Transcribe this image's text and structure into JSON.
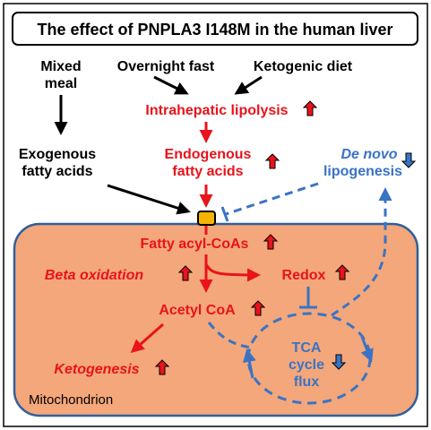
{
  "title": "The effect of PNPLA3 I148M in the human liver",
  "inputs": {
    "mixed_meal_line1": "Mixed",
    "mixed_meal_line2": "meal",
    "overnight_fast": "Overnight fast",
    "ketogenic_diet": "Ketogenic diet"
  },
  "liver": {
    "intrahepatic_lipolysis": "Intrahepatic lipolysis",
    "endogenous_line1": "Endogenous",
    "endogenous_line2": "fatty acids",
    "exogenous_line1": "Exogenous",
    "exogenous_line2": "fatty acids",
    "de_novo_line1": "De novo",
    "de_novo_line2": "lipogenesis"
  },
  "mitochondrion": {
    "label": "Mitochondrion",
    "fatty_acyl_coas": "Fatty acyl-CoAs",
    "beta_oxidation": "Beta oxidation",
    "redox": "Redox",
    "acetyl_coa": "Acetyl CoA",
    "ketogenesis": "Ketogenesis",
    "tca_line1": "TCA",
    "tca_line2": "cycle",
    "tca_line3": "flux"
  },
  "effects": {
    "intrahepatic_lipolysis": "up",
    "endogenous_fatty_acids": "up",
    "de_novo_lipogenesis": "down",
    "fatty_acyl_coas": "up",
    "beta_oxidation": "up",
    "redox": "up",
    "acetyl_coa": "up",
    "ketogenesis": "up",
    "tca_cycle_flux": "down"
  },
  "colors": {
    "red": "#e8131b",
    "blue": "#3a73c4",
    "mitochondrion_fill": "#f4a77a",
    "mitochondrion_border": "#2f5f9e",
    "transporter": "#f5b400"
  },
  "icons": {
    "up": "up-arrow-icon",
    "down": "down-arrow-icon"
  }
}
